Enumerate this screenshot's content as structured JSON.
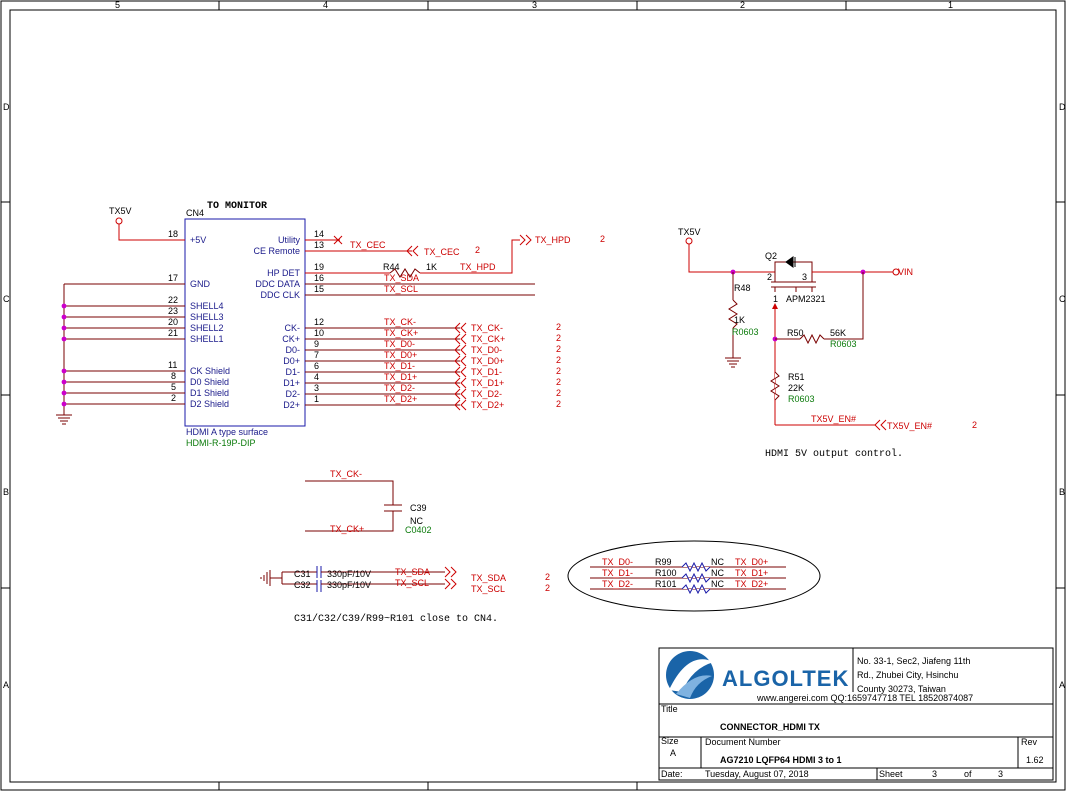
{
  "border": {
    "top_cols": [
      "5",
      "4",
      "3",
      "2",
      "1"
    ],
    "side_rows": [
      "D",
      "C",
      "B",
      "A"
    ]
  },
  "connector": {
    "heading": "TO MONITOR",
    "ref": "CN4",
    "supply_net": "TX5V",
    "caption": "HDMI A type surface",
    "footprint": "HDMI-R-19P-DIP",
    "left_pins": [
      {
        "num": "18",
        "name": "+5V"
      },
      {
        "num": "17",
        "name": "GND"
      },
      {
        "num": "22",
        "name": "SHELL4"
      },
      {
        "num": "23",
        "name": "SHELL3"
      },
      {
        "num": "20",
        "name": "SHELL2"
      },
      {
        "num": "21",
        "name": "SHELL1"
      },
      {
        "num": "11",
        "name": "CK Shield"
      },
      {
        "num": "8",
        "name": "D0 Shield"
      },
      {
        "num": "5",
        "name": "D1 Shield"
      },
      {
        "num": "2",
        "name": "D2 Shield"
      }
    ],
    "right_pins": [
      {
        "num": "14",
        "name": "Utility",
        "net": ""
      },
      {
        "num": "13",
        "name": "CE Remote",
        "net": "TX_CEC"
      },
      {
        "num": "19",
        "name": "HP DET",
        "net": ""
      },
      {
        "num": "16",
        "name": "DDC DATA",
        "net": "TX_SDA"
      },
      {
        "num": "15",
        "name": "DDC CLK",
        "net": "TX_SCL"
      },
      {
        "num": "12",
        "name": "CK-",
        "net": "TX_CK-"
      },
      {
        "num": "10",
        "name": "CK+",
        "net": "TX_CK+"
      },
      {
        "num": "9",
        "name": "D0-",
        "net": "TX_D0-"
      },
      {
        "num": "7",
        "name": "D0+",
        "net": "TX_D0+"
      },
      {
        "num": "6",
        "name": "D1-",
        "net": "TX_D1-"
      },
      {
        "num": "4",
        "name": "D1+",
        "net": "TX_D1+"
      },
      {
        "num": "3",
        "name": "D2-",
        "net": "TX_D2-"
      },
      {
        "num": "1",
        "name": "D2+",
        "net": "TX_D2+"
      }
    ]
  },
  "ports": {
    "cec": {
      "label": "TX_CEC",
      "sheet": "2"
    },
    "hpd": {
      "label": "TX_HPD",
      "sheet": "2"
    },
    "tmds": [
      {
        "label": "TX_CK-",
        "sheet": "2"
      },
      {
        "label": "TX_CK+",
        "sheet": "2"
      },
      {
        "label": "TX_D0-",
        "sheet": "2"
      },
      {
        "label": "TX_D0+",
        "sheet": "2"
      },
      {
        "label": "TX_D1-",
        "sheet": "2"
      },
      {
        "label": "TX_D1+",
        "sheet": "2"
      },
      {
        "label": "TX_D2-",
        "sheet": "2"
      },
      {
        "label": "TX_D2+",
        "sheet": "2"
      }
    ],
    "sda": {
      "label": "TX_SDA",
      "sheet": "2"
    },
    "scl": {
      "label": "TX_SCL",
      "sheet": "2"
    },
    "en": {
      "label": "TX5V_EN#",
      "sheet": "2"
    }
  },
  "r44": {
    "ref": "R44",
    "value": "1K",
    "net": "TX_HPD"
  },
  "c39": {
    "net_top": "TX_CK-",
    "net_bottom": "TX_CK+",
    "ref": "C39",
    "value": "NC",
    "footprint": "C0402"
  },
  "esd_caps": [
    {
      "ref": "C31",
      "value": "330pF/10V",
      "net": "TX_SDA"
    },
    {
      "ref": "C32",
      "value": "330pF/10V",
      "net": "TX_SCL"
    }
  ],
  "esd_note": "C31/C32/C39/R99~R101 close to CN4.",
  "nc_resistors": [
    {
      "from": "TX_D0-",
      "ref": "R99",
      "value": "NC",
      "to": "TX_D0+"
    },
    {
      "from": "TX_D1-",
      "ref": "R100",
      "value": "NC",
      "to": "TX_D1+"
    },
    {
      "from": "TX_D2-",
      "ref": "R101",
      "value": "NC",
      "to": "TX_D2+"
    }
  ],
  "power": {
    "supply_net": "TX5V",
    "q2_ref": "Q2",
    "q2_part": "APM2321",
    "q2_pins": [
      "1",
      "2",
      "3"
    ],
    "output_net": "VIN",
    "r48": {
      "ref": "R48",
      "value": "1K",
      "footprint": "R0603"
    },
    "r50": {
      "ref": "R50",
      "value": "56K",
      "footprint": "R0603"
    },
    "r51": {
      "ref": "R51",
      "value": "22K",
      "footprint": "R0603"
    },
    "en_net": "TX5V_EN#",
    "note": "HDMI 5V output control."
  },
  "title_block": {
    "company": "ALGOLTEK",
    "address_lines": [
      "No. 33-1, Sec2, Jiafeng 11th",
      "Rd., Zhubei City, Hsinchu",
      "County 30273, Taiwan"
    ],
    "contact": "www.angerei.com  QQ:1659747718  TEL 18520874087",
    "title_label": "Title",
    "title": "CONNECTOR_HDMI TX",
    "size_label": "Size",
    "size": "A",
    "docnum_label": "Document Number",
    "docnum": "AG7210 LQFP64 HDMI 3 to 1",
    "rev_label": "Rev",
    "rev": "1.62",
    "date_label": "Date:",
    "date": "Tuesday, August 07, 2018",
    "sheet_label": "Sheet",
    "sheet": "3",
    "of_label": "of",
    "of": "3"
  },
  "colors": {
    "wire": "#cc0000",
    "body": "#7a0000",
    "pin_text": "#1a1a8a",
    "value_text": "#0a7a0a",
    "junction": "#cc00cc",
    "logo": "#1a64a8"
  }
}
